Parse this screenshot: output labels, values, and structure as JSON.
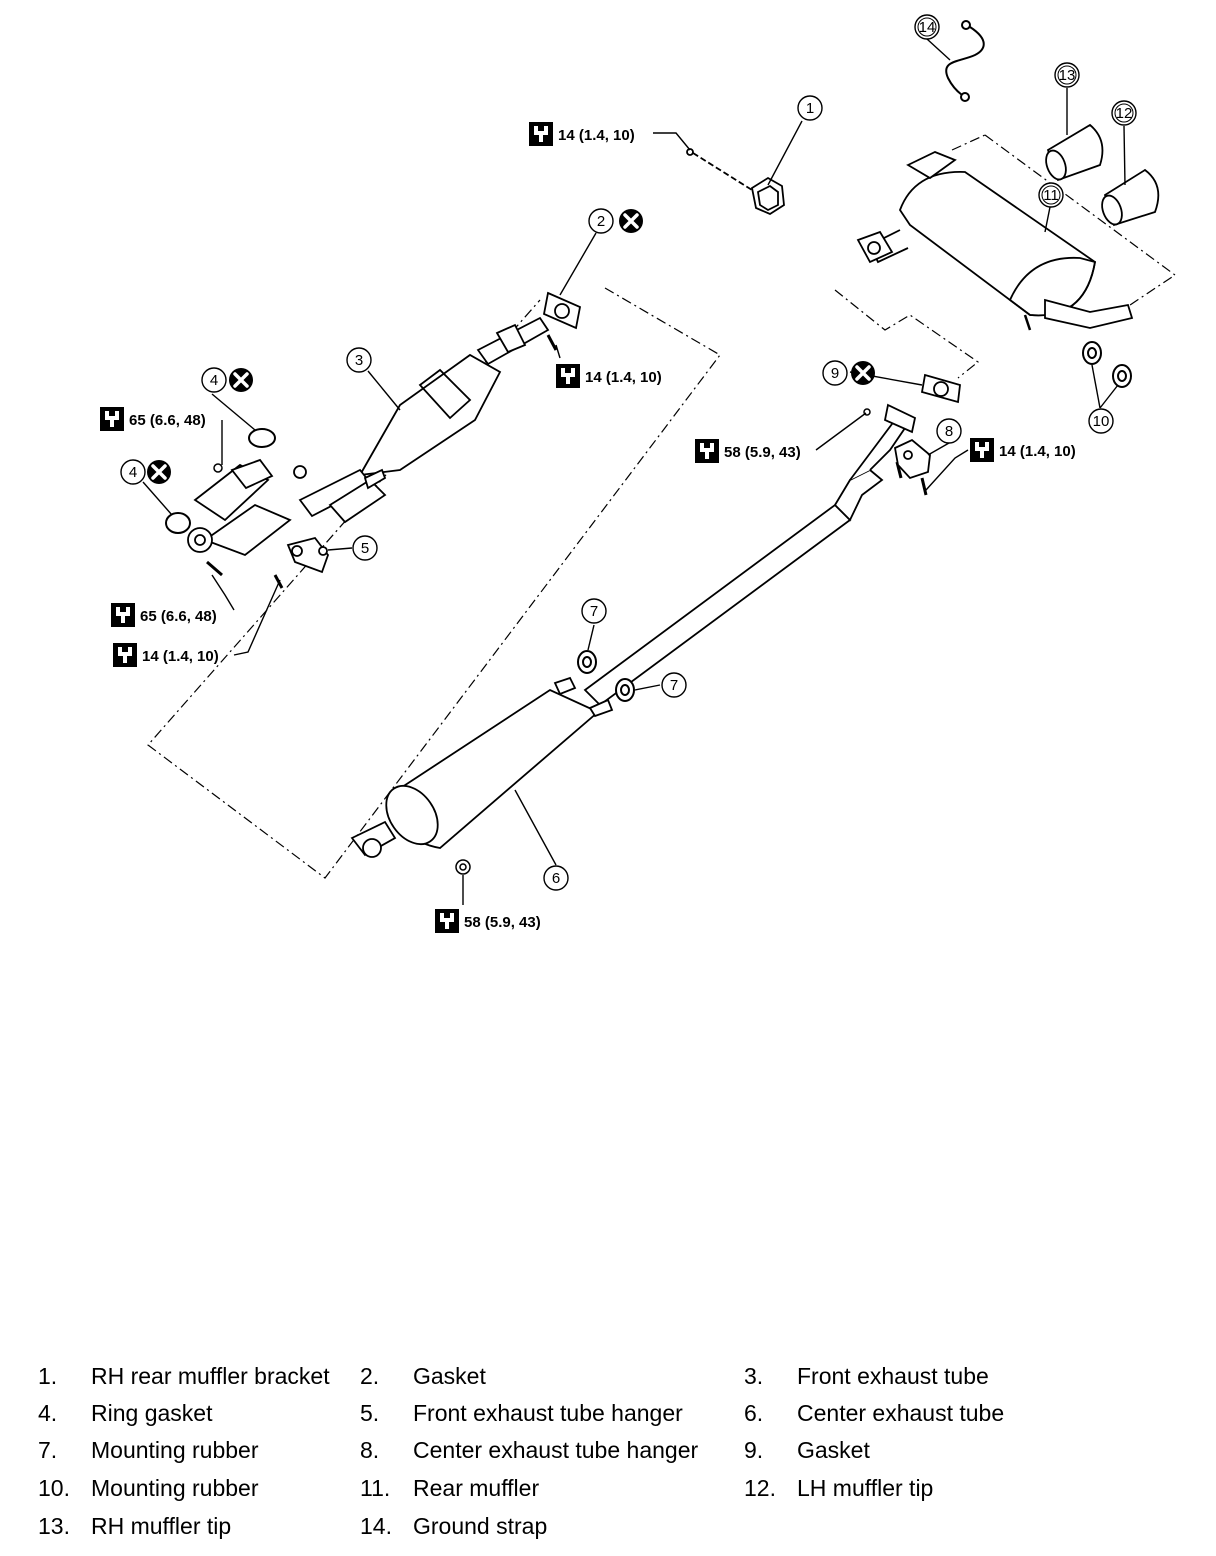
{
  "callouts": {
    "c1": "1",
    "c2": "2",
    "c3": "3",
    "c4a": "4",
    "c4b": "4",
    "c5": "5",
    "c6": "6",
    "c7a": "7",
    "c7b": "7",
    "c8": "8",
    "c9": "9",
    "c10": "10",
    "c11": "11",
    "c12": "12",
    "c13": "13",
    "c14": "14"
  },
  "torque": {
    "t_bracket": "14 (1.4, 10)",
    "t_front_flange": "14 (1.4, 10)",
    "t_manifold_top": "65 (6.6, 48)",
    "t_manifold_bottom": "65 (6.6, 48)",
    "t_hanger": "14 (1.4, 10)",
    "t_center_front": "58 (5.9, 43)",
    "t_center_hanger": "14 (1.4, 10)",
    "t_center_rear_nut": "58 (5.9, 43)"
  },
  "icons": {
    "torque": "torque-wrench-icon",
    "replace": "do-not-reuse-icon"
  },
  "legend": [
    {
      "num": "1.",
      "label": "RH rear muffler bracket"
    },
    {
      "num": "2.",
      "label": "Gasket"
    },
    {
      "num": "3.",
      "label": "Front exhaust tube"
    },
    {
      "num": "4.",
      "label": "Ring gasket"
    },
    {
      "num": "5.",
      "label": "Front exhaust tube hanger"
    },
    {
      "num": "6.",
      "label": "Center exhaust tube"
    },
    {
      "num": "7.",
      "label": "Mounting rubber"
    },
    {
      "num": "8.",
      "label": "Center exhaust tube hanger"
    },
    {
      "num": "9.",
      "label": "Gasket"
    },
    {
      "num": "10.",
      "label": "Mounting rubber"
    },
    {
      "num": "11.",
      "label": "Rear muffler"
    },
    {
      "num": "12.",
      "label": "LH muffler tip"
    },
    {
      "num": "13.",
      "label": "RH muffler tip"
    },
    {
      "num": "14.",
      "label": "Ground strap"
    }
  ]
}
